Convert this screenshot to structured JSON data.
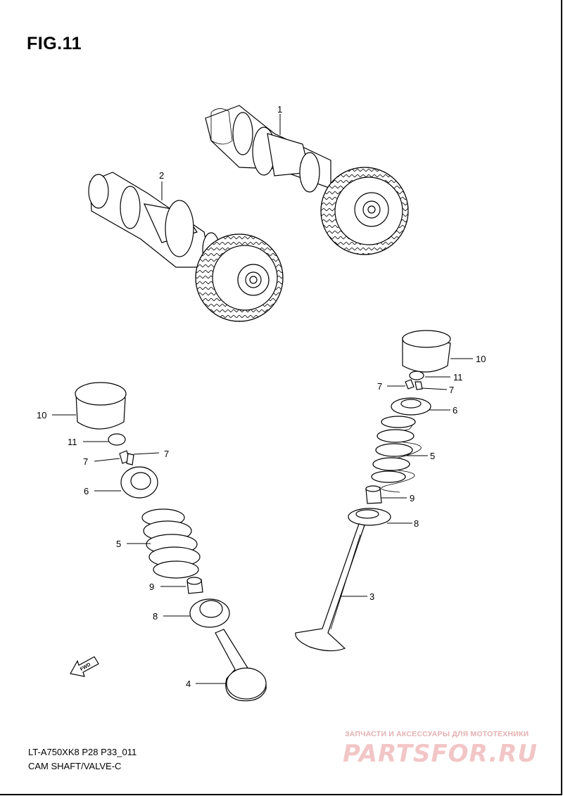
{
  "figure": {
    "title": "FIG.11"
  },
  "footer": {
    "code": "LT-A750XK8 P28 P33_011",
    "caption": "CAM SHAFT/VALVE-C"
  },
  "watermark": {
    "tagline": "ЗАПЧАСТИ И АКСЕССУАРЫ ДЛЯ МОТОТЕХНИКИ",
    "logo": "PARTSFOR.RU"
  },
  "fwd_arrow": {
    "label": "FWD"
  },
  "callouts": {
    "c1": "1",
    "c2": "2",
    "r10": "10",
    "r11": "11",
    "r7a": "7",
    "r7b": "7",
    "r6": "6",
    "r5": "5",
    "r9": "9",
    "r8": "8",
    "r3": "3",
    "l10": "10",
    "l11": "11",
    "l7a": "7",
    "l7b": "7",
    "l6": "6",
    "l5": "5",
    "l9": "9",
    "l8": "8",
    "l4": "4"
  }
}
